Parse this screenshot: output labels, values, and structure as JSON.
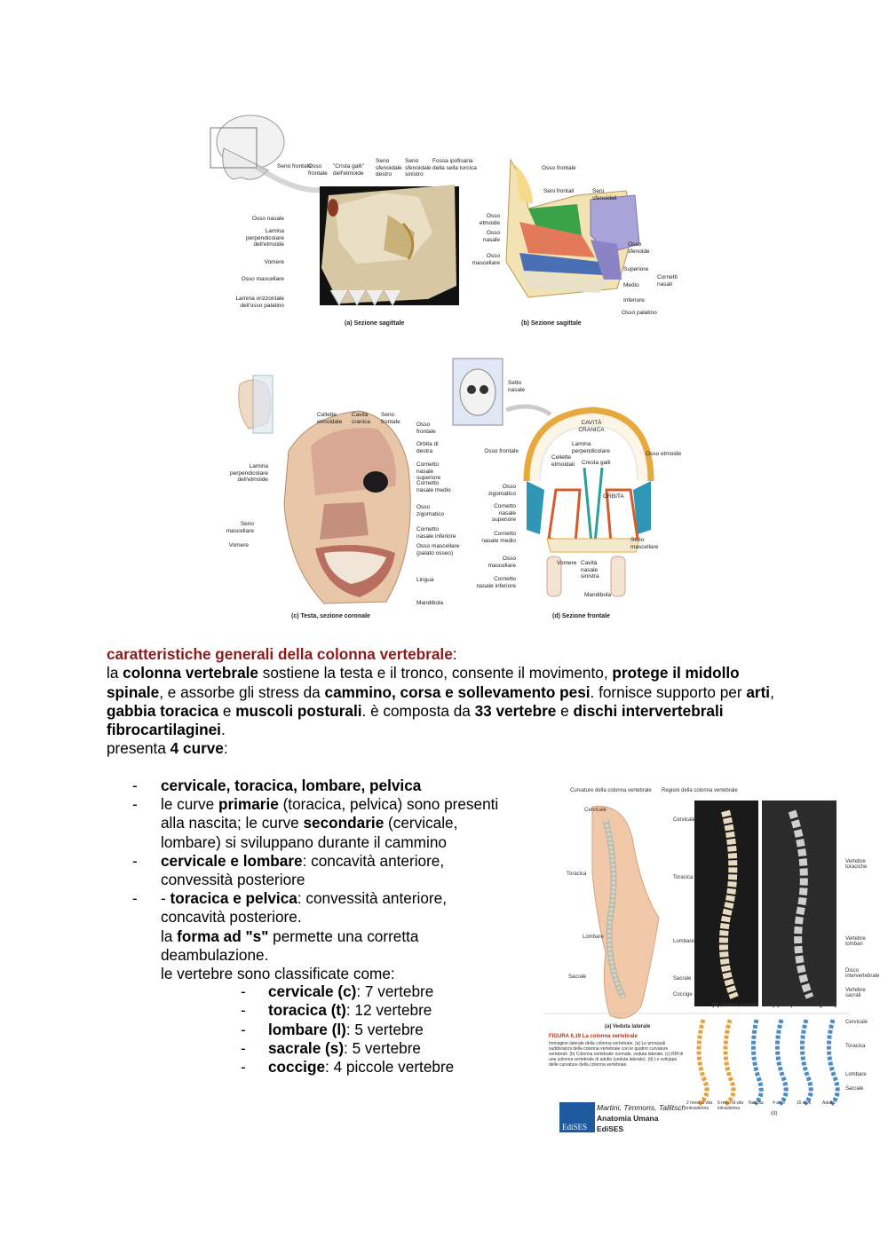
{
  "figure_top_left": {
    "labels": [
      "Seno frontale",
      "Osso frontale",
      "\"Crista galli\" dell'etmoide",
      "Seno sfenoidale destro",
      "Seno sfenoidale sinistro",
      "Fossa ipofisaria della sella turcica",
      "Osso nasale",
      "Lamina perpendicolare dell'etmoide",
      "Vomere",
      "Osso mascellare",
      "Lamina orizzontale dell'osso palatino"
    ],
    "caption": "(a) Sezione sagittale"
  },
  "figure_top_right": {
    "labels": [
      "Osso frontale",
      "Seni frontali",
      "Seni sfenoidali",
      "Osso etmoide",
      "Osso nasale",
      "Osso mascellare",
      "Osso sfenoide",
      "Superiore",
      "Medio",
      "Inferiore",
      "Cornetti nasali",
      "Osso palatino"
    ],
    "caption": "(b) Sezione sagittale"
  },
  "figure_bottom_left": {
    "labels": [
      "Cellette etmoidale",
      "Cavità cranica",
      "Seno frontale",
      "Osso frontale",
      "Orbita di destra",
      "Cornetto nasale superiore",
      "Cornetto nasale medio",
      "Osso zigomatico",
      "Cornetto nasale inferiore",
      "Osso mascellare (palato osseo)",
      "Lingua",
      "Mandibola",
      "Lamina perpendicolare dell'etmoide",
      "Seno mascellare",
      "Vomere"
    ],
    "caption": "(c) Testa, sezione coronale"
  },
  "figure_bottom_right": {
    "labels": [
      "Setto nasale",
      "CAVITÀ CRANICA",
      "Osso frontale",
      "Lamina perpendicolare",
      "Cellette etmoidali",
      "Cresta galli",
      "Osso etmoide",
      "ORBITA",
      "Osso zigomatico",
      "Cornetto nasale superiore",
      "Cornetto nasale medio",
      "Osso mascellare",
      "Cornetto nasale inferiore",
      "Vomere",
      "Cavità nasale sinistra",
      "Seno mascellare",
      "Mandibola"
    ],
    "caption": "(d) Sezione frontale"
  },
  "text": {
    "heading": "caratteristiche generali della colonna vertebrale",
    "heading_colon": ":",
    "p1": [
      {
        "t": "la ",
        "b": false
      },
      {
        "t": "colonna vertebrale",
        "b": true
      },
      {
        "t": " sostiene la testa e il tronco, consente il movimento, ",
        "b": false
      },
      {
        "t": "protege il midollo spinale",
        "b": true
      },
      {
        "t": ", e assorbe gli stress da ",
        "b": false
      },
      {
        "t": "cammino, corsa e sollevamento pesi",
        "b": true
      },
      {
        "t": ". fornisce supporto per ",
        "b": false
      },
      {
        "t": "arti",
        "b": true
      },
      {
        "t": ", ",
        "b": false
      },
      {
        "t": "gabbia toracica",
        "b": true
      },
      {
        "t": " e ",
        "b": false
      },
      {
        "t": "muscoli posturali",
        "b": true
      },
      {
        "t": ". è composta da ",
        "b": false
      },
      {
        "t": "33 vertebre",
        "b": true
      },
      {
        "t": " e ",
        "b": false
      },
      {
        "t": "dischi intervertebrali fibrocartilaginei",
        "b": true
      },
      {
        "t": ".",
        "b": false
      }
    ],
    "p2_pre": "presenta ",
    "p2_bold": "4 curve",
    "p2_post": ":"
  },
  "list": {
    "dash": "-",
    "i1": "cervicale, toracica, lombare, pelvica",
    "i2_l1_a": "le curve ",
    "i2_l1_b": "primarie",
    "i2_l1_c": " (toracica, pelvica) sono presenti",
    "i2_l2_a": "alla nascita; le curve ",
    "i2_l2_b": "secondarie",
    "i2_l2_c": " (cervicale,",
    "i2_l3": "lombare) si sviluppano durante il cammino",
    "i3_l1_b": "cervicale e lombare",
    "i3_l1_c": ": concavità anteriore,",
    "i3_l2": "convessità posteriore",
    "i4_l1_a": "- ",
    "i4_l1_b": "toracica e pelvica",
    "i4_l1_c": ": convessità anteriore,",
    "i4_l2": "concavità posteriore.",
    "i4_l3_a": "la ",
    "i4_l3_b": "forma ad \"s\"",
    "i4_l3_c": " permette una corretta",
    "i4_l4": "deambulazione.",
    "i4_l5": "le vertebre sono classificate come:",
    "sub": [
      {
        "b": "cervicale (c)",
        "t": ": 7 vertebre"
      },
      {
        "b": "toracica (t)",
        "t": ": 12 vertebre"
      },
      {
        "b": "lombare (l)",
        "t": ": 5 vertebre"
      },
      {
        "b": "sacrale (s)",
        "t": ": 5 vertebre"
      },
      {
        "b": "coccige",
        "t": ": 4 piccole vertebre"
      }
    ]
  },
  "spine_figure": {
    "header_left": "Curvature della colonna vertebrale",
    "header_right": "Regioni della colonna vertebrale",
    "left_labels": [
      "Cervicale",
      "Toracica",
      "Lombare",
      "Sacrale"
    ],
    "mid_labels": [
      "Cervicale",
      "Toracica",
      "Lombare",
      "Sacrale",
      "Coccige"
    ],
    "right_labels": [
      "Vertebre toraciche",
      "Vertebre lombari",
      "Disco intervertebrale",
      "Vertebre sacrali"
    ],
    "caption_a": "(a) Veduta laterale",
    "caption_b": "(b) Veduta laterale",
    "caption_c": "(c) RM (sezione sagittale)",
    "figura_title": "FIGURA 6.19  La colonna vertebrale",
    "figura_text": "Immagine laterale della colonna vertebrale. (a) Le principali suddivisioni della colonna vertebrale con le quattro curvature vertebrali. (b) Colonna vertebrale normale, veduta laterale. (c) RM di una colonna vertebrale di adulto (veduta laterale). (d) Lo sviluppo delle curvature della colonna vertebrale.",
    "dev_right_labels": [
      "Cervicale",
      "Toracica",
      "Lombare",
      "Sacrale"
    ],
    "dev_ages": [
      "2 mesi di vita intrauterina",
      "6 mesi di vita intrauterina",
      "Nascita",
      "4 anni",
      "15 anni",
      "Adulto"
    ],
    "caption_d": "(d)",
    "publisher_logo": "EdiSES",
    "publisher_authors": "Martini, Timmons, Tallitsch",
    "publisher_book": "Anatomia Umana",
    "publisher_name": "EdiSES"
  }
}
